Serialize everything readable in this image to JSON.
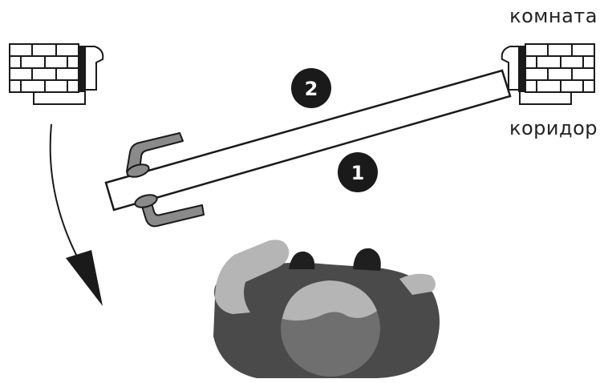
{
  "labels": {
    "room": "комната",
    "corridor": "коридор"
  },
  "steps": [
    {
      "number": "1"
    },
    {
      "number": "2"
    }
  ],
  "colors": {
    "outline": "#1a1a1a",
    "handle_gray": "#8a8a8a",
    "person_dark": "#4a4a4a",
    "person_mid": "#6f6f6f",
    "person_light": "#b5b5b5",
    "hair": "#1f1f1f",
    "step_badge": "#1a1a1a"
  },
  "icons": [
    "brick-wall-icon",
    "door-frame-icon",
    "door-handle-icon",
    "swing-arrow-icon",
    "person-top-view-icon"
  ]
}
